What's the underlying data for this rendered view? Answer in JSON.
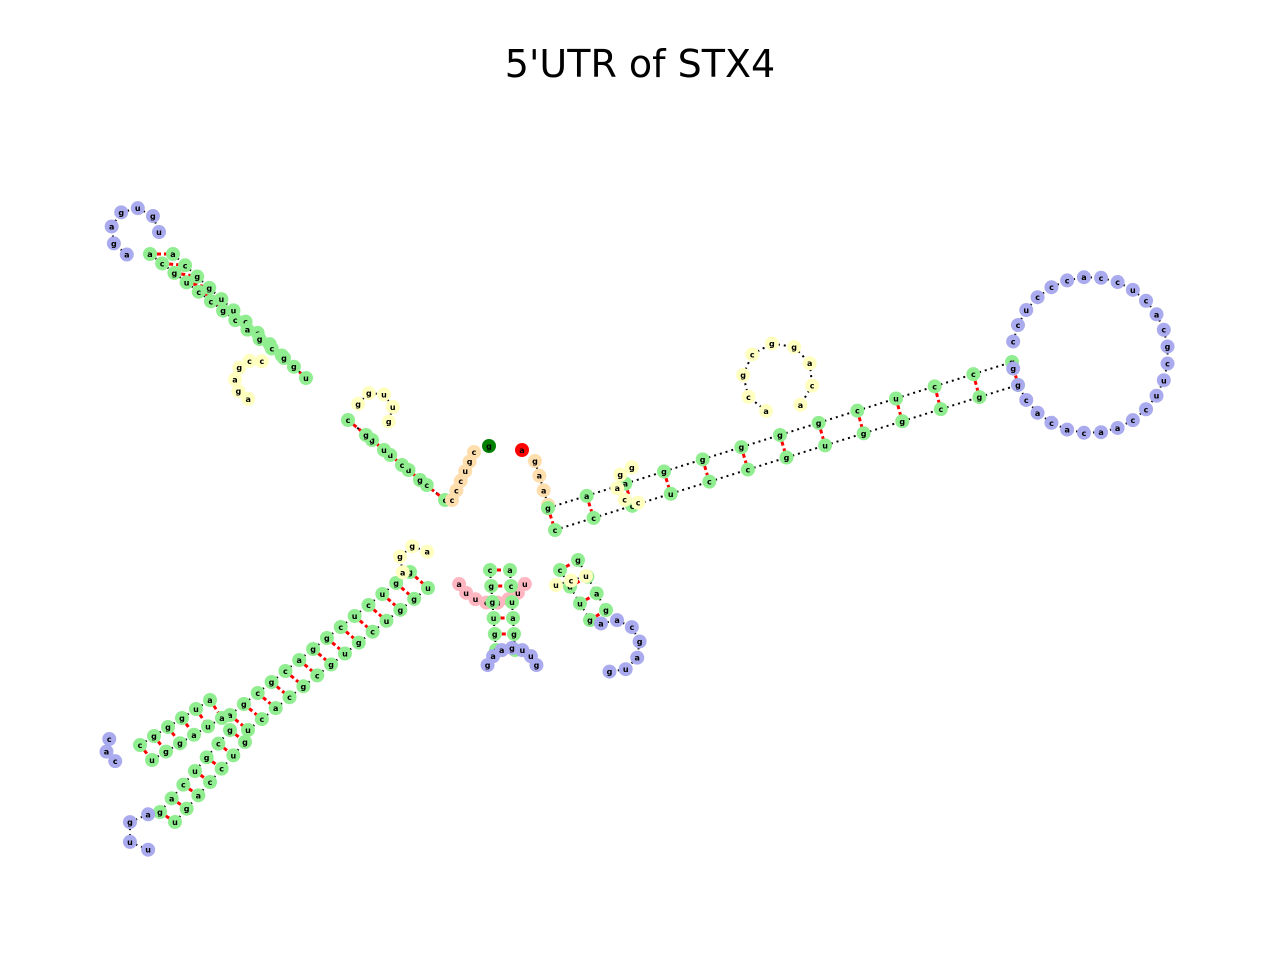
{
  "title": "5'UTR of STX4",
  "colors": {
    "stem": "#90ee90",
    "hairpin_loop": "#aaaaee",
    "interior_loop": "#ffffbf",
    "multiloop": "#ffb6c1",
    "unpaired_ends": "#ffdead",
    "five_prime": "#008000",
    "three_prime": "#ff0000",
    "backbone": "#000000",
    "base_pair": "#ff0000"
  },
  "structure": {
    "five_prime_base": "g",
    "three_prime_base": "a",
    "stems": [
      {
        "name": "upper-left-stem",
        "side_a": "acguccgcagcg",
        "side_b": "acgguuccgggu"
      },
      {
        "name": "upper-left-stem-inner",
        "side_a": "cgucg",
        "side_b": "guucc"
      },
      {
        "name": "right-stem",
        "side_a": "gaagggggcuccg",
        "side_b": "cccuccguggcgu"
      },
      {
        "name": "lower-left-stem",
        "side_a": "agcgcaggcucugg",
        "side_b": "ucacgcgugcuggu"
      },
      {
        "name": "bottom-center-stem",
        "side_a": "cggugg",
        "side_b": "acuagc"
      },
      {
        "name": "bottom-right-stem",
        "side_a": "cuug",
        "side_b": "guag"
      }
    ],
    "loops": [
      {
        "name": "upper-left-hairpin",
        "bases": "agagugu",
        "type": "hairpin"
      },
      {
        "name": "right-hairpin",
        "bases": "ccucccaccucacgcuuccaacacacgg",
        "type": "hairpin"
      },
      {
        "name": "right-interior-loop",
        "bases": "acgcggaca",
        "type": "interior"
      },
      {
        "name": "lower-left-hairpin-1",
        "bases": "cac",
        "type": "hairpin"
      },
      {
        "name": "lower-left-hairpin-2",
        "bases": "aguu",
        "type": "hairpin"
      },
      {
        "name": "bottom-center-hairpin",
        "bases": "gaaguug",
        "type": "hairpin"
      },
      {
        "name": "bottom-right-hairpin",
        "bases": "aacgaug",
        "type": "hairpin"
      },
      {
        "name": "multiloop",
        "bases": "auucuauu",
        "type": "multiloop"
      }
    ]
  }
}
